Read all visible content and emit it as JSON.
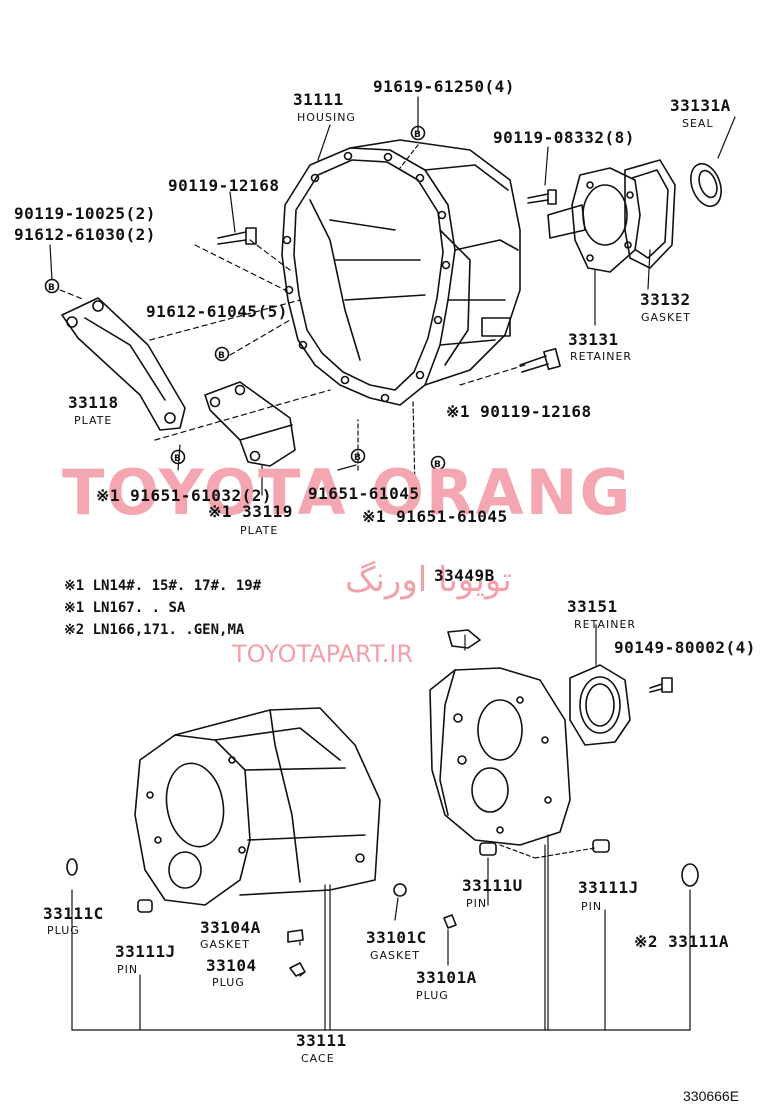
{
  "watermark": {
    "main": "TOYOTA ORANG",
    "farsi": "تویوتا اورنگ",
    "url": "TOYOTAPART.IR"
  },
  "figure_code": "330666E",
  "notes": [
    "※1 LN14#. 15#. 17#. 19#",
    "※1 LN167. . SA",
    "※2 LN166,171. .GEN,MA"
  ],
  "parts": {
    "p31111": {
      "number": "31111",
      "name": "HOUSING"
    },
    "p91619": {
      "number": "91619-61250(4)"
    },
    "p33131a": {
      "number": "33131A",
      "name": "SEAL"
    },
    "p90119_08332": {
      "number": "90119-08332(8)"
    },
    "p90119_12168_top": {
      "number": "90119-12168"
    },
    "p90119_10025": {
      "number": "90119-10025(2)"
    },
    "p91612_61030": {
      "number": "91612-61030(2)"
    },
    "p91612_61045": {
      "number": "91612-61045(5)"
    },
    "p33132": {
      "number": "33132",
      "name": "GASKET"
    },
    "p33131": {
      "number": "33131",
      "name": "RETAINER"
    },
    "p33118": {
      "number": "33118",
      "name": "PLATE"
    },
    "p90119_12168_mid": {
      "number": "※1 90119-12168"
    },
    "p91651_61032": {
      "number": "※1 91651-61032(2)"
    },
    "p91651_61045_a": {
      "number": "91651-61045"
    },
    "p33119": {
      "number": "※1 33119",
      "name": "PLATE"
    },
    "p91651_61045_b": {
      "number": "※1 91651-61045"
    },
    "p33449b": {
      "number": "33449B"
    },
    "p33151": {
      "number": "33151",
      "name": "RETAINER"
    },
    "p90149": {
      "number": "90149-80002(4)"
    },
    "p33111c": {
      "number": "33111C",
      "name": "PLUG"
    },
    "p33104a": {
      "number": "33104A",
      "name": "GASKET"
    },
    "p33111j_left": {
      "number": "33111J",
      "name": "PIN"
    },
    "p33104": {
      "number": "33104",
      "name": "PLUG"
    },
    "p33101c": {
      "number": "33101C",
      "name": "GASKET"
    },
    "p33111u": {
      "number": "33111U",
      "name": "PIN"
    },
    "p33111j_right": {
      "number": "33111J",
      "name": "PIN"
    },
    "p33101a": {
      "number": "33101A",
      "name": "PLUG"
    },
    "p33111a": {
      "number": "※2 33111A"
    },
    "p33111": {
      "number": "33111",
      "name": "CACE"
    }
  },
  "icons": {
    "bolt_marker": "circled-B-marker-icon"
  }
}
